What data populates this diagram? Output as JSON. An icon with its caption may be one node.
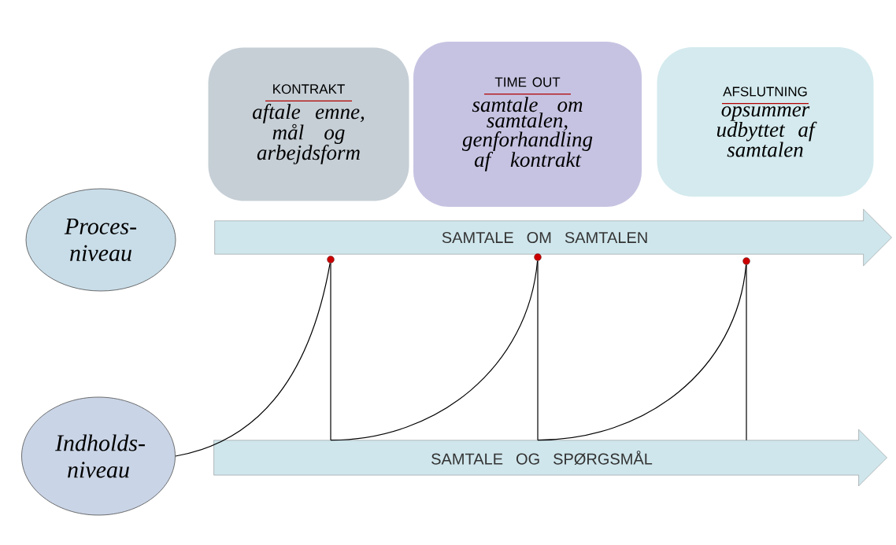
{
  "diagram": {
    "nodes": [
      {
        "text": [
          "Proces-niveau"
        ]
      },
      {
        "text": [
          "Indholds-niveau"
        ]
      },
      {
        "text": [
          "SAMTALE OM SAMTALEN"
        ]
      },
      {
        "text": [
          "SAMTALE OG SPØRGSMÅL"
        ]
      },
      {
        "text": [
          "KONTRAKT",
          "aftale emne, mål og arbejdsform"
        ]
      },
      {
        "text": [
          "TIME OUT",
          "samtale om samtalen, genforhandling af kontrakt"
        ]
      },
      {
        "text": [
          "AFSLUTNING",
          "opsummer udbyttet af samtalen"
        ]
      },
      {
        "text": [],
        "shape": "circle"
      },
      {
        "text": [],
        "shape": "circle"
      },
      {
        "text": [],
        "shape": "circle"
      }
    ],
    "edges": [
      {
        "from": 1,
        "to": 7,
        "arrow": "none"
      },
      {
        "from": 7,
        "to": 3,
        "arrow": "none"
      },
      {
        "from": 3,
        "to": 8,
        "arrow": "none"
      },
      {
        "from": 8,
        "to": 3,
        "arrow": "none"
      },
      {
        "from": 3,
        "to": 9,
        "arrow": "none"
      },
      {
        "from": 9,
        "to": 3,
        "arrow": "none"
      }
    ]
  }
}
